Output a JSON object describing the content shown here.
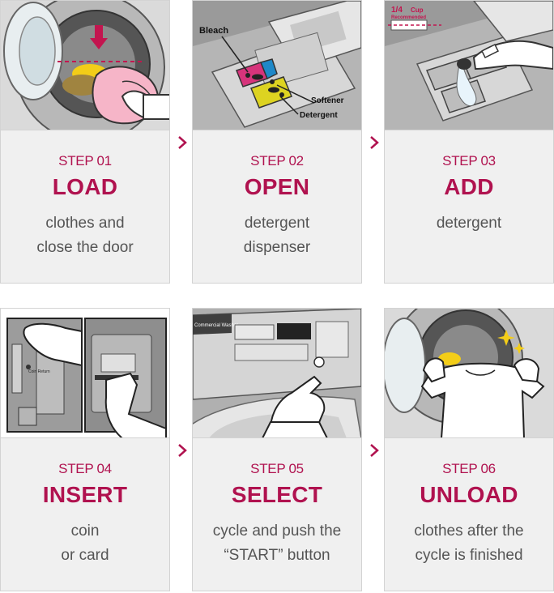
{
  "colors": {
    "accent": "#b0124f",
    "text": "#555555",
    "panel": "#f0f0f0",
    "border": "#d3d3d3"
  },
  "steps": [
    {
      "step": "STEP 01",
      "verb": "LOAD",
      "description": "clothes and\nclose the door",
      "image_icon": "load-illustration"
    },
    {
      "step": "STEP 02",
      "verb": "OPEN",
      "description": "detergent\ndispenser",
      "image_icon": "dispenser-illustration",
      "image_labels": {
        "bleach": "Bleach",
        "softener": "Softener",
        "detergent": "Detergent"
      }
    },
    {
      "step": "STEP 03",
      "verb": "ADD",
      "description": "detergent",
      "image_icon": "pour-detergent-illustration",
      "image_labels": {
        "amount": "1/4",
        "unit": "Cup",
        "note": "Recommended"
      }
    },
    {
      "step": "STEP 04",
      "verb": "INSERT",
      "description": "coin\nor card",
      "image_icon": "insert-coin-illustration",
      "image_labels": {
        "coin_return": "Coin\nReturn"
      }
    },
    {
      "step": "STEP 05",
      "verb": "SELECT",
      "description": "cycle and push the\n“START” button",
      "image_icon": "control-panel-illustration",
      "image_labels": {
        "machine": "Commercial Washer"
      }
    },
    {
      "step": "STEP 06",
      "verb": "UNLOAD",
      "description": "clothes after the\ncycle is finished",
      "image_icon": "unload-illustration"
    }
  ]
}
